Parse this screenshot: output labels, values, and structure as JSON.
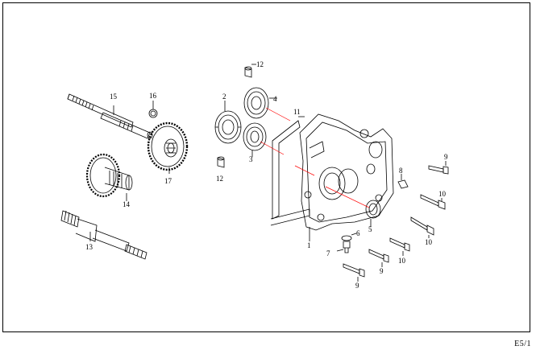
{
  "diagram": {
    "page_code": "E5/1",
    "callouts": {
      "c1": "1",
      "c2": "2",
      "c3": "3",
      "c4": "4",
      "c5": "5",
      "c6": "6",
      "c7": "7",
      "c8": "8",
      "c9a": "9",
      "c9b": "9",
      "c9c": "9",
      "c10a": "10",
      "c10b": "10",
      "c10c": "10",
      "c11": "11",
      "c12a": "12",
      "c12b": "12",
      "c13": "13",
      "c14": "14",
      "c15": "15",
      "c16": "16",
      "c17": "17"
    },
    "colors": {
      "line": "#000000",
      "guide": "#ff0000",
      "paper": "#ffffff"
    }
  }
}
